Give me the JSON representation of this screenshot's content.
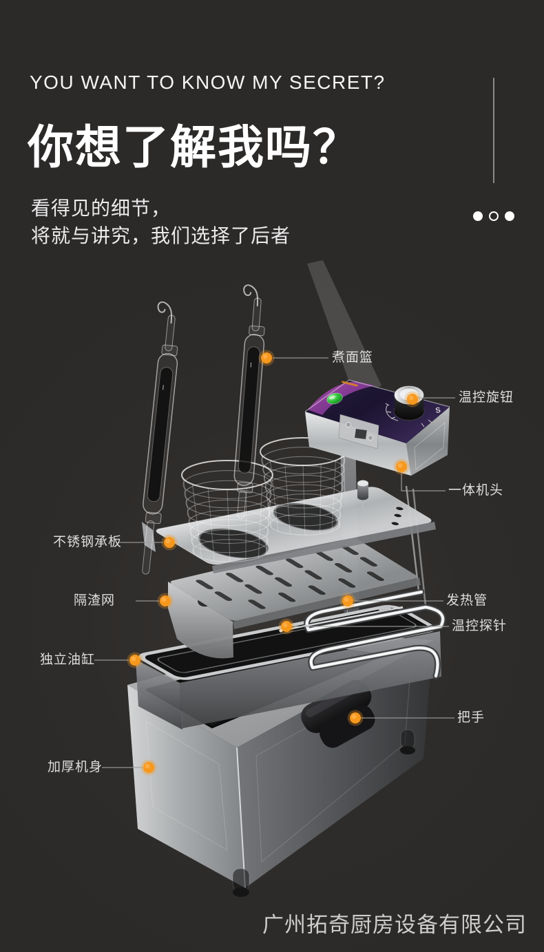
{
  "page": {
    "background": "#2c2a29",
    "accent_orange": "#f6981d",
    "label_color": "#dedede"
  },
  "header": {
    "eyebrow": "YOU WANT TO KNOW MY SECRET?",
    "title": "你想了解我吗？",
    "subtitle_line1": "看得见的细节，",
    "subtitle_line2": "将就与讲究，我们选择了后者"
  },
  "carousel": {
    "dots": [
      {
        "state": "filled"
      },
      {
        "state": "hollow"
      },
      {
        "state": "filled"
      }
    ]
  },
  "diagram": {
    "head_logo": "S",
    "labels": {
      "basket": "煮面篮",
      "knob": "温控旋钮",
      "head": "一体机头",
      "plate": "不锈钢承板",
      "strainer": "隔渣网",
      "heater": "发热管",
      "probe": "温控探针",
      "tank": "独立油缸",
      "handle": "把手",
      "body": "加厚机身"
    }
  },
  "footer": {
    "company": "广州拓奇厨房设备有限公司"
  }
}
